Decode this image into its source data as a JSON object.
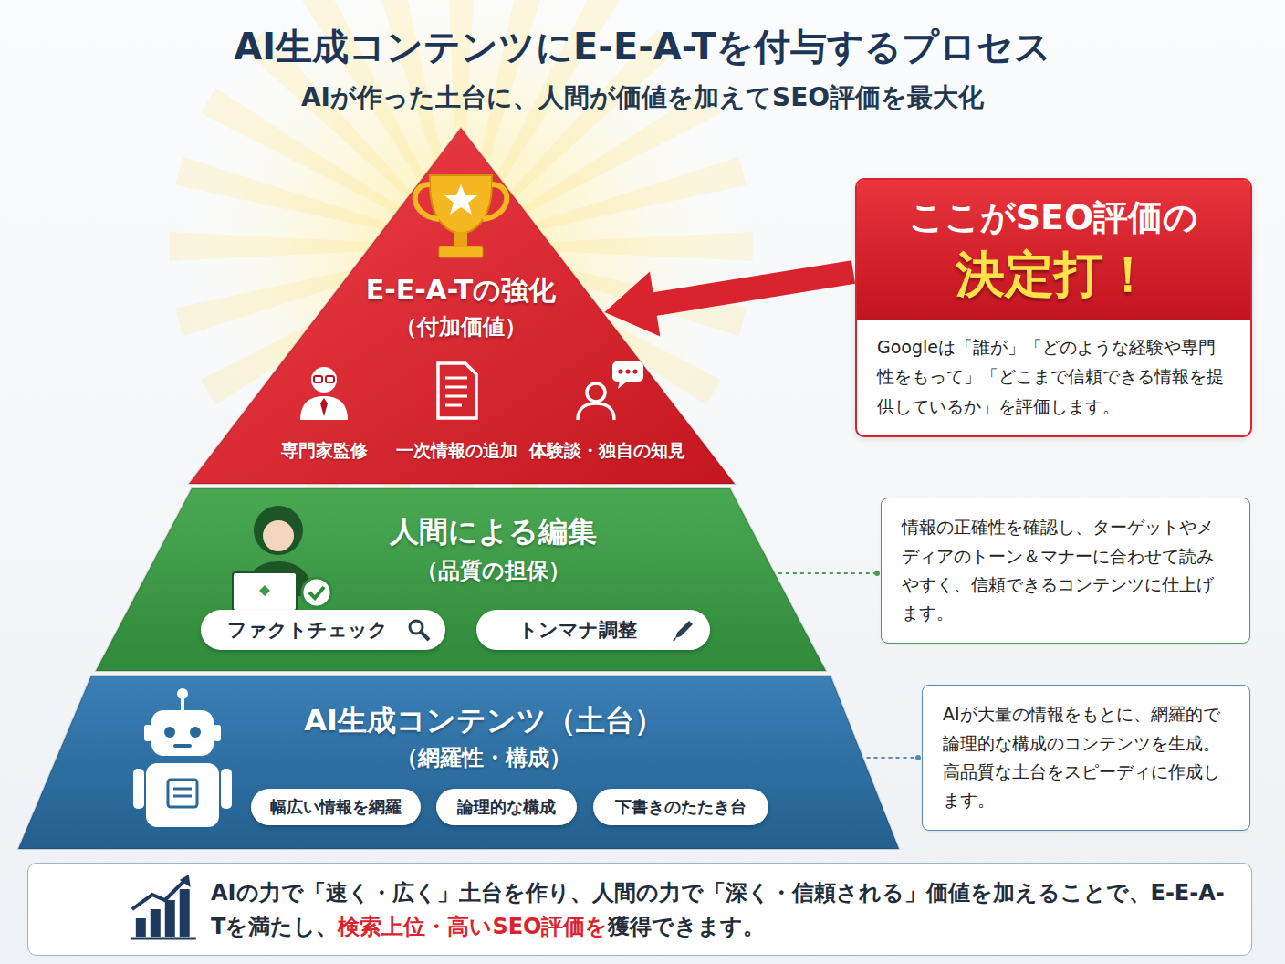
{
  "diagram": {
    "title": "AI生成コンテンツにE-E-A-Tを付与するプロセス",
    "nodes": [
      {
        "text": [
          "E-E-A-Tの強化",
          "（付加価値）"
        ]
      },
      {
        "text": [
          "ここがSEO評価の",
          "決定打！",
          "Googleは「誰が」「どのような経験や専門性をもって」「どこまで信頼できる情報を提供しているか」を評価します。"
        ]
      },
      {
        "text": [
          "人間による編集",
          "（品質の担保）"
        ]
      },
      {
        "text": [
          "ファクトチェック"
        ],
        "in": 2
      },
      {
        "text": [
          "トンマナ調整"
        ],
        "in": 2
      },
      {
        "text": [
          "情報の正確性を確認し、ターゲットやメディアのトーン＆マナーに合わせて読みやすく、信頼できるコンテンツに仕上げます。"
        ]
      },
      {
        "text": [
          "AI生成コンテンツ（土台）",
          "（網羅性・構成）"
        ]
      },
      {
        "text": [
          "幅広い情報を網羅"
        ],
        "in": 6
      },
      {
        "text": [
          "論理的な構成"
        ],
        "in": 6
      },
      {
        "text": [
          "下書きのたたき台"
        ],
        "in": 6
      },
      {
        "text": [
          "AIが大量の情報をもとに、網羅的で論理的な構成のコンテンツを生成。高品質な土台をスピーディに作成します。"
        ]
      },
      {
        "text": [
          "AIの力で「速く・広く」土台を作り、人間の力で「深く・信頼される」価値を加えることで、E-E-A-Tを満たし、",
          "検索上位・高いSEO評価を",
          "獲得できます。"
        ]
      }
    ],
    "edges": [
      {
        "from": 1,
        "to": 0,
        "arrow": "to"
      },
      {
        "from": 2,
        "to": 5,
        "arrow": "none"
      },
      {
        "from": 6,
        "to": 10,
        "arrow": "none"
      }
    ],
    "labels": [
      "AIが作った土台に、人間が価値を加えてSEO評価を最大化",
      "専門家監修",
      "一次情報の追加",
      "体験談・独自の知見"
    ]
  }
}
